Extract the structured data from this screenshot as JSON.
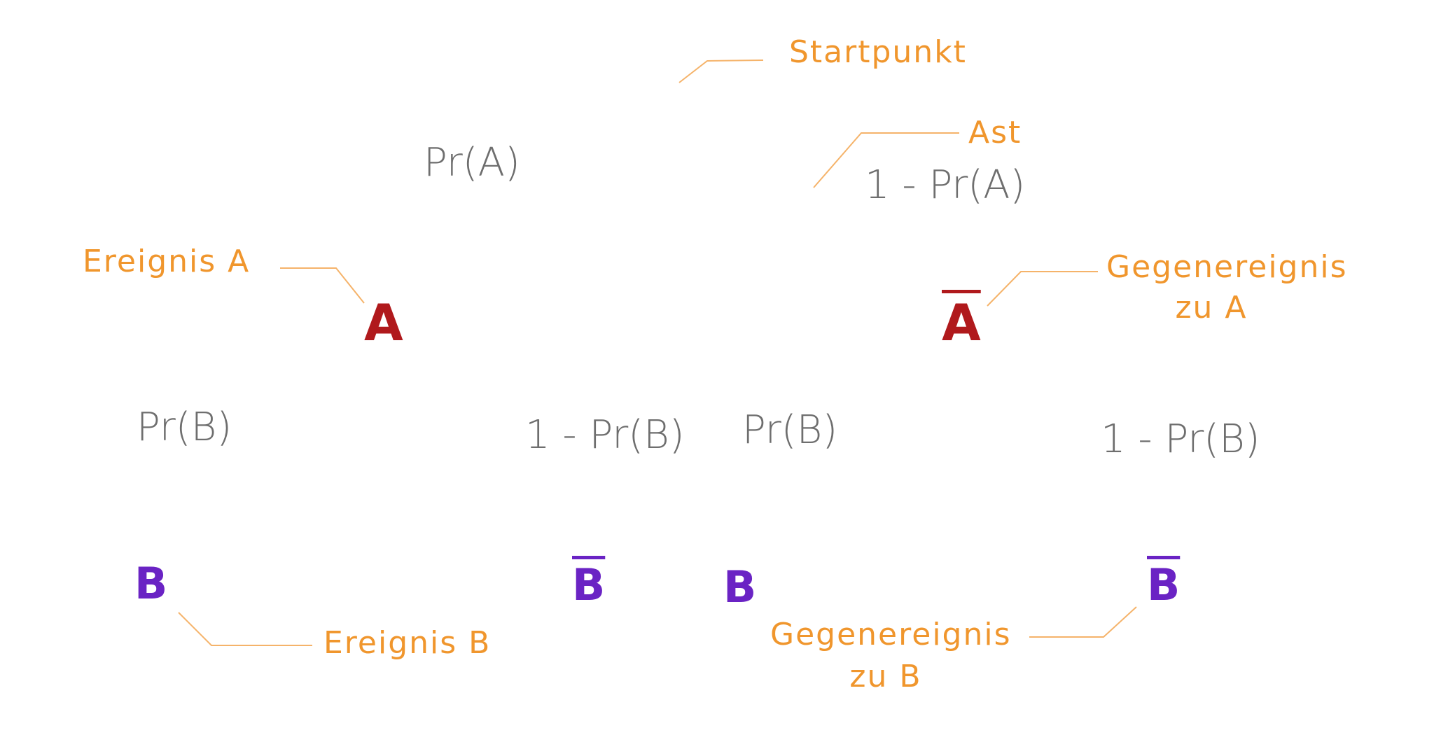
{
  "diagram": {
    "start_label": "Startpunkt",
    "branch_label": "Ast",
    "event_a_label": "Ereignis A",
    "complement_a_label_line1": "Gegenereignis",
    "complement_a_label_line2": "zu A",
    "event_b_label": "Ereignis B",
    "complement_b_label_line1": "Gegenereignis",
    "complement_b_label_line2": "zu B",
    "level1": {
      "prob_a": "Pr(A)",
      "prob_not_a": "1 - Pr(A)",
      "node_a": "A",
      "node_not_a": "A"
    },
    "level2": {
      "prob_b_left": "Pr(B)",
      "prob_not_b_left": "1 - Pr(B)",
      "prob_b_right": "Pr(B)",
      "prob_not_b_right": "1 - Pr(B)",
      "node_b_1": "B",
      "node_not_b_1": "B",
      "node_b_2": "B",
      "node_not_b_2": "B"
    },
    "colors": {
      "event_a": "#b0191c",
      "event_b": "#6a23c4",
      "annotation": "#f0962d",
      "probability": "#6e6e6e"
    }
  }
}
